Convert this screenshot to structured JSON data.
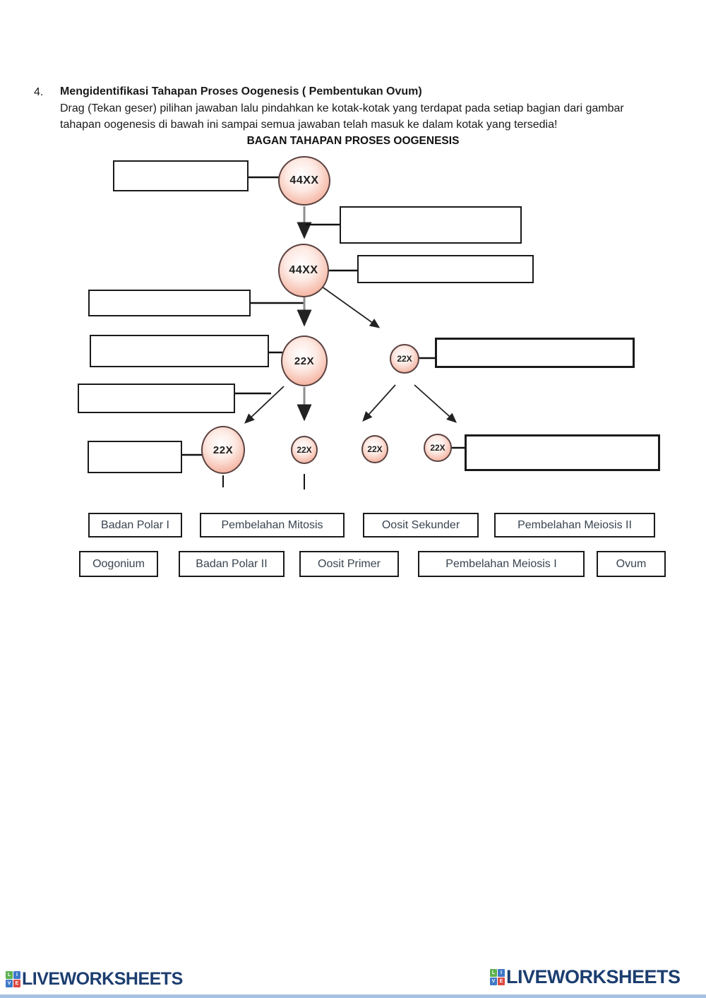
{
  "header": {
    "item_number": "4.",
    "title": "Mengidentifikasi Tahapan Proses Oogenesis ( Pembentukan Ovum)",
    "instruction_line1": "Drag (Tekan geser) pilihan jawaban lalu pindahkan ke kotak-kotak yang terdapat pada setiap bagian dari gambar",
    "instruction_line2": "tahapan oogenesis di bawah ini sampai semua jawaban telah masuk ke dalam kotak yang tersedia!"
  },
  "diagram": {
    "title": "BAGAN TAHAPAN PROSES OOGENESIS",
    "cells": {
      "c1": "44XX",
      "c2": "44XX",
      "c3": "22X",
      "c4": "22X",
      "c5": "22X",
      "c6": "22X",
      "c7": "22X",
      "c8": "22X"
    },
    "drop_boxes": [
      "",
      "",
      "",
      "",
      "",
      "",
      "",
      "",
      ""
    ]
  },
  "answers": {
    "row1": [
      "Badan Polar I",
      "Pembelahan Mitosis",
      "Oosit Sekunder",
      "Pembelahan Meiosis II"
    ],
    "row2": [
      "Oogonium",
      "Badan Polar II",
      "Oosit Primer",
      "Pembelahan Meiosis I",
      "Ovum"
    ]
  },
  "footer": {
    "brand": "LIVEWORKSHEETS",
    "logo_letters": [
      "L",
      "I",
      "V",
      "E"
    ],
    "logo_colors": [
      "#5eb14f",
      "#3e78c8",
      "#3e78c8",
      "#dd4a43"
    ],
    "brand_color": "#1c3e70"
  },
  "colors": {
    "cell_fill": "#f6bcab",
    "cell_border": "#5a4240",
    "connector_line": "#1a1a1a",
    "gray_arrow": "#8f8f8f",
    "answer_text": "#3a4450",
    "bottom_strip": "#a6c0e2"
  }
}
